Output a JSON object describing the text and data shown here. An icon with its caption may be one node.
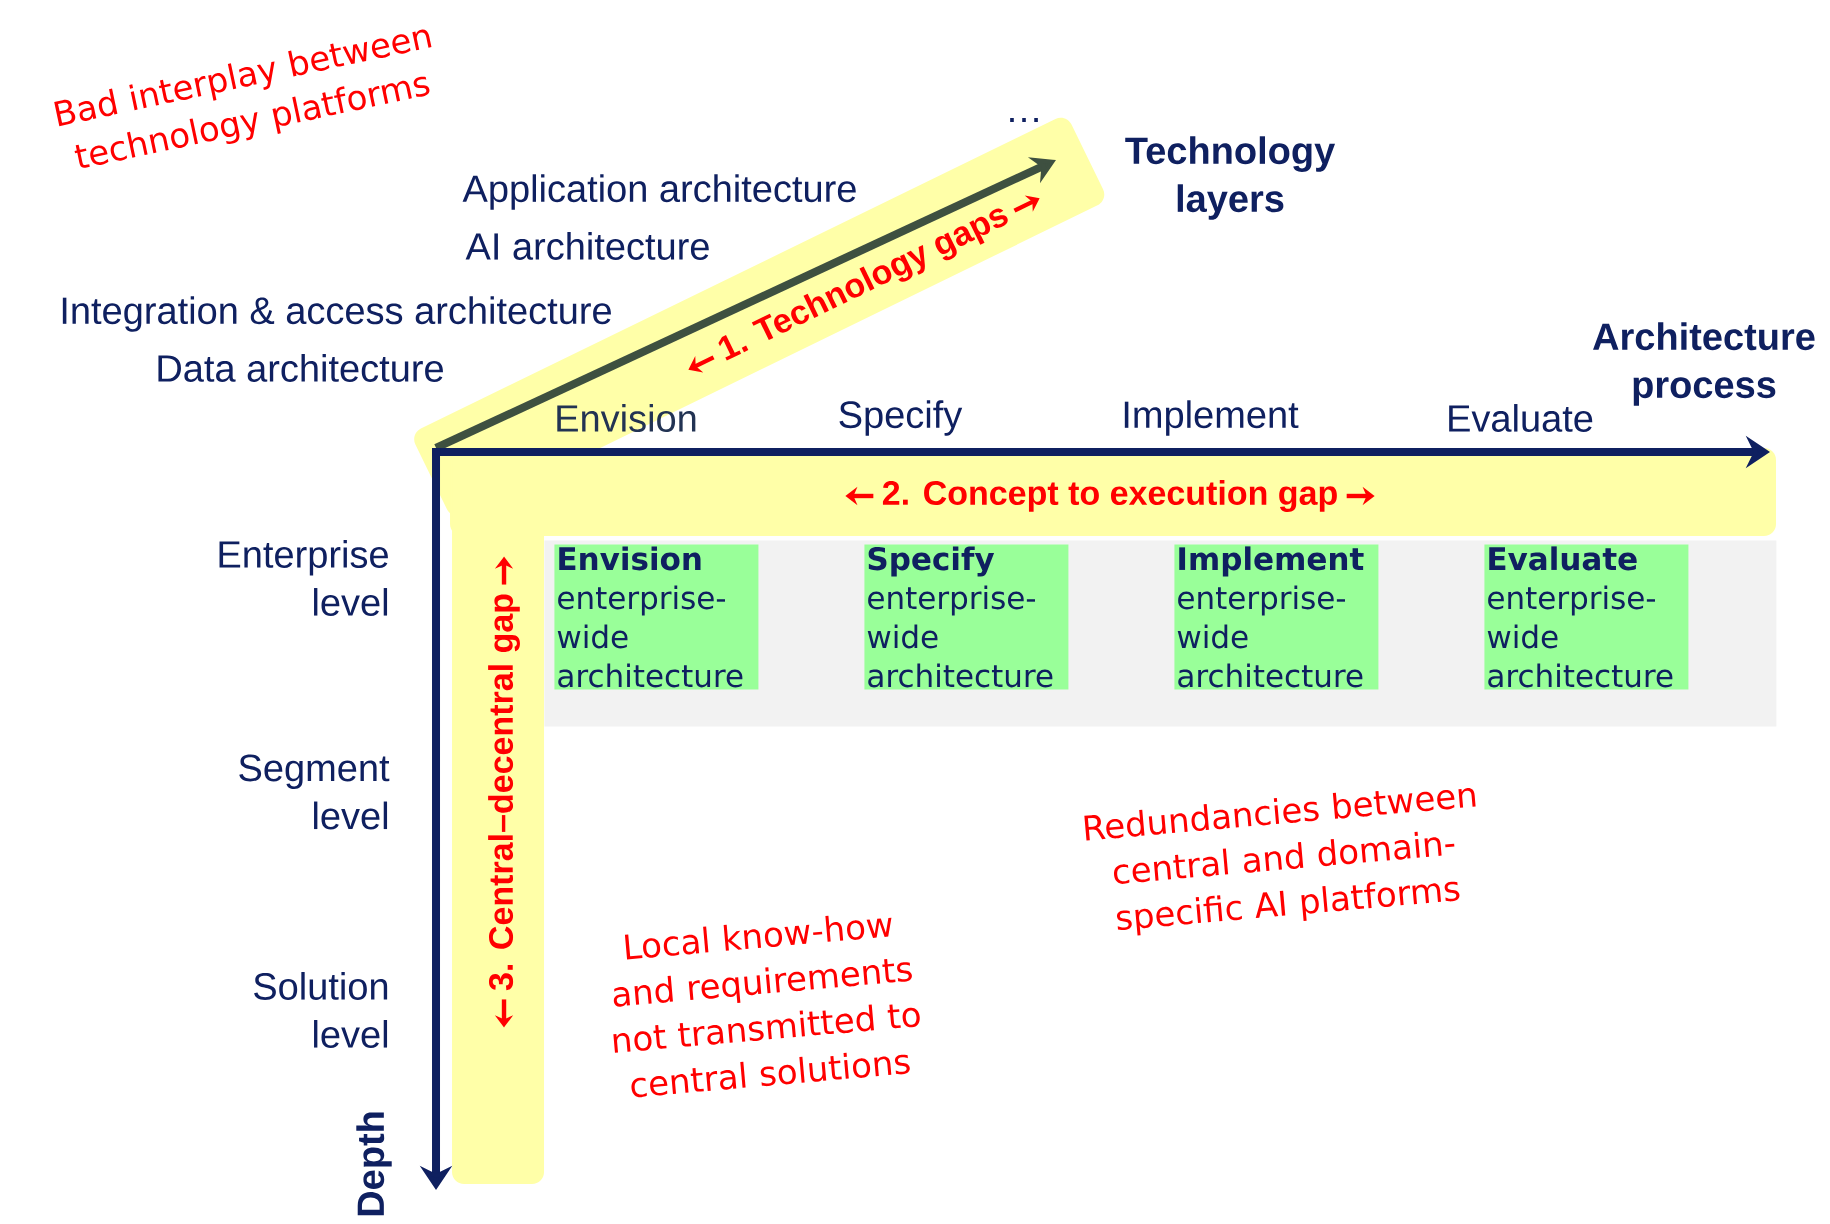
{
  "diagram": {
    "nodes": [
      {
        "text": [],
        "shape": "band"
      },
      {
        "text": [
          "Envision",
          "enterprise-wide architecture"
        ],
        "in": 0
      },
      {
        "text": [
          "Specify",
          "enterprise-wide architecture"
        ],
        "in": 0
      },
      {
        "text": [
          "Implement",
          "enterprise-wide architecture"
        ],
        "in": 0
      },
      {
        "text": [
          "Evaluate",
          "enterprise-wide architecture"
        ],
        "in": 0
      }
    ],
    "labels": [
      "Bad interplay between technology platforms",
      "…",
      "Technology layers",
      "Application architecture",
      "AI architecture",
      "Integration & access architecture",
      "Data architecture",
      "1. Technology gaps",
      "Architecture process",
      "Envision",
      "Specify",
      "Implement",
      "Evaluate",
      "2. Concept to execution gap",
      "Enterprise level",
      "Segment level",
      "Solution level",
      "3. Central–decentral gap",
      "Local know-how and requirements not transmitted to central solutions",
      "Redundancies between central and domain-specific AI platforms",
      "Depth"
    ]
  }
}
